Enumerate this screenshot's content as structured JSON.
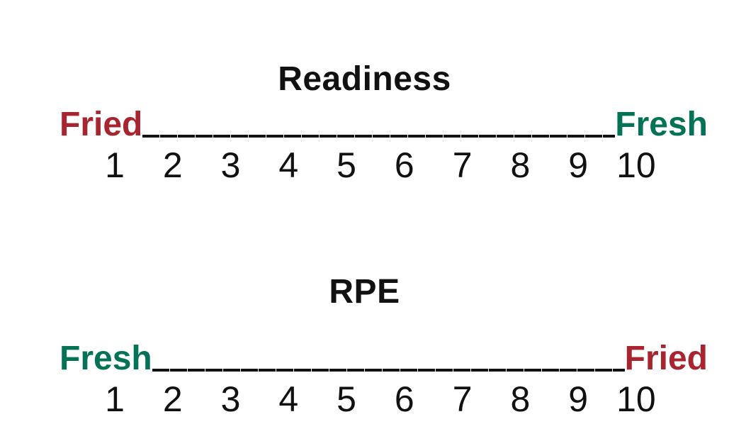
{
  "colors": {
    "fried_red": "#A8242F",
    "fresh_green": "#047355",
    "ink": "#111111",
    "background": "#ffffff"
  },
  "scales": [
    {
      "title": "Readiness",
      "left_label": "Fried",
      "left_color": "fried_red",
      "right_label": "Fresh",
      "right_color": "fresh_green",
      "ticks": [
        "1",
        "2",
        "3",
        "4",
        "5",
        "6",
        "7",
        "8",
        "9",
        "10"
      ]
    },
    {
      "title": "RPE",
      "left_label": "Fresh",
      "left_color": "fresh_green",
      "right_label": "Fried",
      "right_color": "fried_red",
      "ticks": [
        "1",
        "2",
        "3",
        "4",
        "5",
        "6",
        "7",
        "8",
        "9",
        "10"
      ]
    }
  ]
}
